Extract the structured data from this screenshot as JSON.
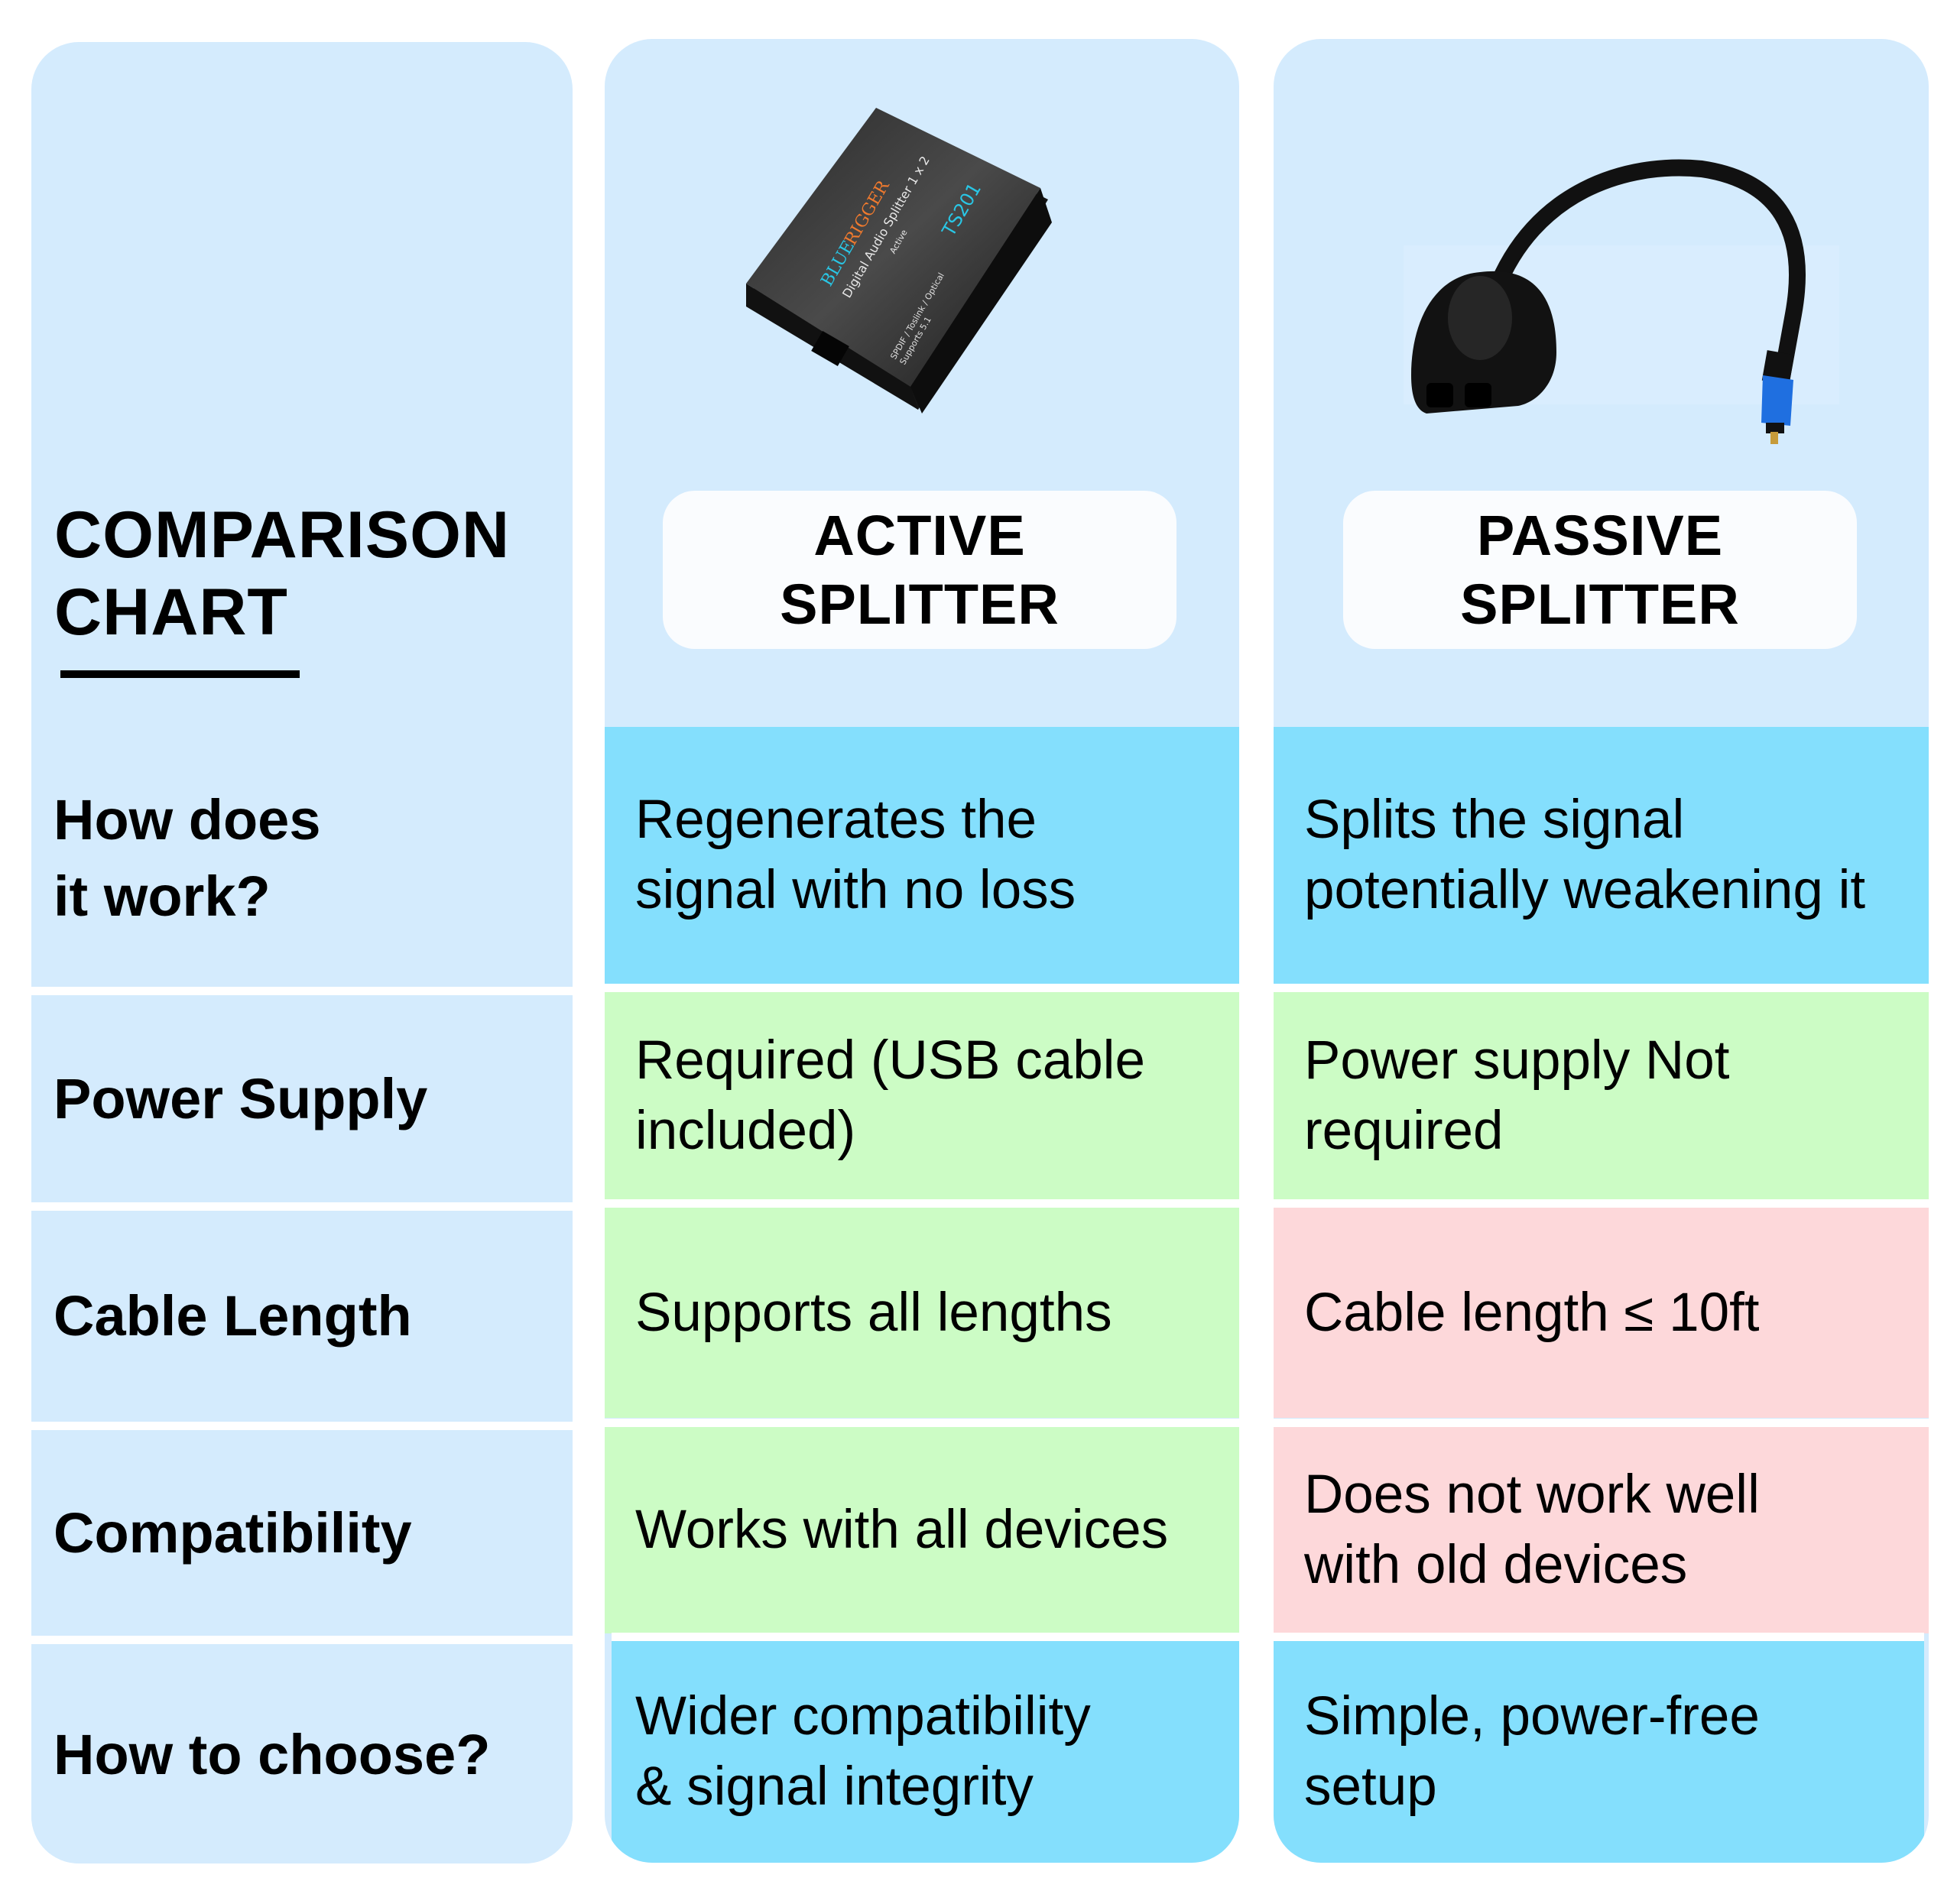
{
  "title": {
    "line1": "COMPARISON",
    "line2": "CHART"
  },
  "columns": [
    {
      "name": "ACTIVE SPLITTER",
      "line1": "ACTIVE",
      "line2": "SPLITTER",
      "product_image": {
        "icon": "active-splitter-box-image",
        "brand_blue": "BLUE",
        "brand_orange": "RIGGER",
        "model": "TS201",
        "label": "Digital Audio Splitter 1 x 2",
        "sublabel": "Active",
        "spec1": "SPDIF / Toslink / Optical",
        "spec2": "Supports 5.1"
      }
    },
    {
      "name": "PASSIVE SPLITTER",
      "line1": "PASSIVE",
      "line2": "SPLITTER",
      "product_image": {
        "icon": "passive-splitter-cable-image"
      }
    }
  ],
  "rows": [
    {
      "label_line1": "How does",
      "label_line2": "it work?",
      "active": {
        "line1": "Regenerates the",
        "line2": "signal with no loss",
        "status": "neutral",
        "color": "#84dffd"
      },
      "passive": {
        "line1": "Splits the signal",
        "line2": "potentially weakening it",
        "status": "neutral",
        "color": "#84dffd"
      }
    },
    {
      "label_line1": "Power Supply",
      "active": {
        "line1": "Required (USB cable",
        "line2": "included)",
        "status": "good",
        "color": "#ccfcc5"
      },
      "passive": {
        "line1": "Power supply Not",
        "line2": "required",
        "status": "good",
        "color": "#ccfcc5"
      }
    },
    {
      "label_line1": "Cable Length",
      "active": {
        "line1": "Supports all lengths",
        "status": "good",
        "color": "#ccfcc5"
      },
      "passive": {
        "line1": "Cable length ≤ 10ft",
        "status": "bad",
        "color": "#fdd8da"
      }
    },
    {
      "label_line1": "Compatibility",
      "active": {
        "line1": "Works with all devices",
        "status": "good",
        "color": "#ccfcc5"
      },
      "passive": {
        "line1": "Does not work well",
        "line2": "with old devices",
        "status": "bad",
        "color": "#fdd8da"
      }
    },
    {
      "label_line1": "How to choose?",
      "active": {
        "line1": "Wider compatibility",
        "line2": "& signal integrity",
        "status": "neutral",
        "color": "#84dffd"
      },
      "passive": {
        "line1": "Simple, power-free",
        "line2": "setup",
        "status": "neutral",
        "color": "#84dffd"
      }
    }
  ],
  "colors": {
    "column_bg": "#d4ebfd",
    "neutral": "#84dffd",
    "good": "#ccfcc5",
    "bad": "#fdd8da",
    "label_box": "#fafcfe"
  }
}
